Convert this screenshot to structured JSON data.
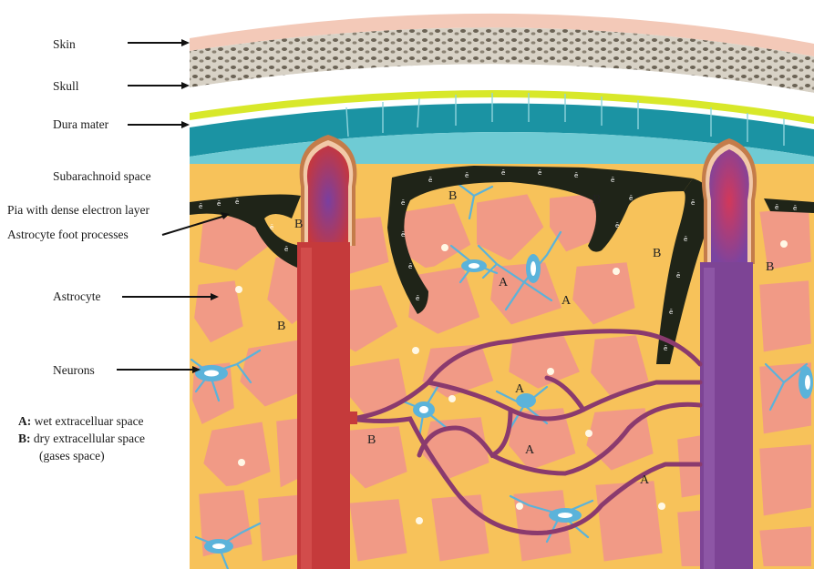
{
  "labels": {
    "skin": "Skin",
    "skull": "Skull",
    "dura": "Dura mater",
    "subarachnoid": "Subarachnoid space",
    "pia": "Pia with dense electron  layer",
    "foot": "Astrocyte foot processes",
    "astrocyte": "Astrocyte",
    "neurons": "Neurons"
  },
  "legend": {
    "a_key": "A:",
    "a_text": "wet extracelluar  space",
    "b_key": "B:",
    "b_text": "dry extracellular  space",
    "b_sub": "(gases space)"
  },
  "tissue_letters": {
    "a": "A",
    "b": "B"
  },
  "electron_symbol": "ē",
  "colors": {
    "skin": "#f3c9b8",
    "skull": "#cfc8bb",
    "dura": "#d8e82a",
    "subarachnoid": "#1b93a3",
    "csf": "#6fcbd4",
    "pia": "#1f2418",
    "tissue_bg": "#f7c25a",
    "cell": "#f19a86",
    "astrocyte_process": "#5bb3da",
    "artery": "#c53a3b",
    "vein": "#7d4495",
    "capillary": "#8a3a6e"
  }
}
